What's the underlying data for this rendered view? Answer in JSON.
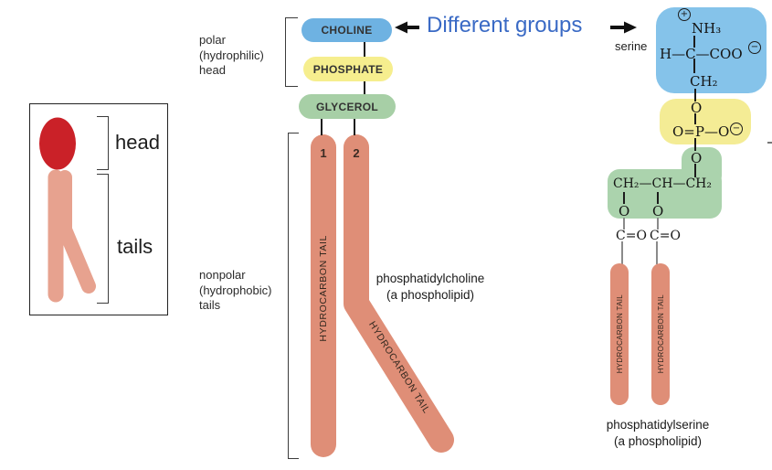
{
  "colors": {
    "choline_blue": "#6eb2e2",
    "serine_box_blue": "#85c3ea",
    "phosphate_yellow": "#f6ee8e",
    "glycerol_green": "#a7cfa6",
    "tail_salmon": "#df8e77",
    "cartoon_tail_pink": "#e7a28f",
    "cartoon_head_red": "#ca2128",
    "heading_blue": "#3a6ac5"
  },
  "cartoon": {
    "head_label": "head",
    "tails_label": "tails"
  },
  "middle": {
    "polar_label": [
      "polar",
      "(hydrophilic)",
      "head"
    ],
    "nonpolar_label": [
      "nonpolar",
      "(hydrophobic)",
      "tails"
    ],
    "choline": "CHOLINE",
    "phosphate": "PHOSPHATE",
    "glycerol": "GLYCEROL",
    "tail1_number": "1",
    "tail2_number": "2",
    "hydrocarbon_tail": "HYDROCARBON TAIL",
    "caption": [
      "phosphatidylcholine",
      "(a phospholipid)"
    ]
  },
  "heading": {
    "text": "Different groups"
  },
  "serine": {
    "label": "serine",
    "plus": "+",
    "minus": "−",
    "nh3": "NH₃",
    "h_c_coo": "H—C—COO",
    "ch2": "CH₂",
    "o": "O",
    "o_p_o": "O=P—O",
    "glycerol_row": "CH₂—CH—CH₂",
    "c_o": "C=O",
    "hydrocarbon_tail": "HYDROCARBON TAIL",
    "caption": [
      "phosphatidylserine",
      "(a phospholipid)"
    ]
  }
}
